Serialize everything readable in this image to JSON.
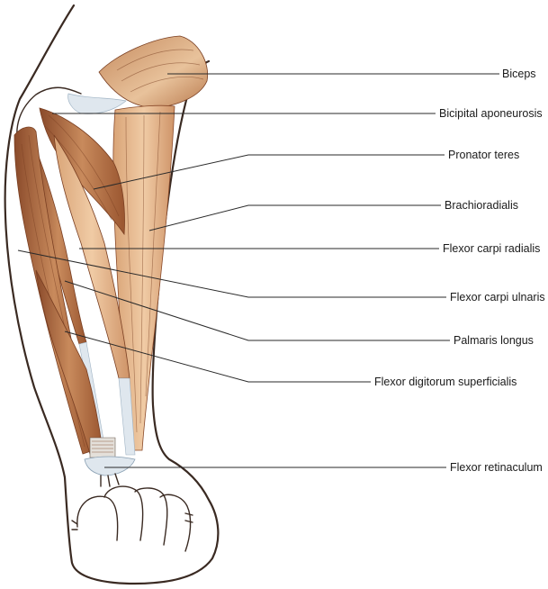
{
  "labels": [
    {
      "id": "biceps",
      "text": "Biceps"
    },
    {
      "id": "bicipital-aponeurosis",
      "text": "Bicipital aponeurosis"
    },
    {
      "id": "pronator-teres",
      "text": "Pronator teres"
    },
    {
      "id": "brachioradialis",
      "text": "Brachioradialis"
    },
    {
      "id": "flexor-carpi-radialis",
      "text": "Flexor carpi radialis"
    },
    {
      "id": "flexor-carpi-ulnaris",
      "text": "Flexor carpi ulnaris"
    },
    {
      "id": "palmaris-longus",
      "text": "Palmaris longus"
    },
    {
      "id": "flexor-digitorum-superficialis",
      "text": "Flexor digitorum superficialis"
    },
    {
      "id": "flexor-retinaculum",
      "text": "Flexor retinaculum"
    }
  ],
  "colors": {
    "muscle": "#b5764a",
    "muscle_light": "#e6b98f",
    "muscle_dark": "#7a3f22",
    "tendon": "#d9e3ec",
    "outline": "#3a2a22"
  }
}
